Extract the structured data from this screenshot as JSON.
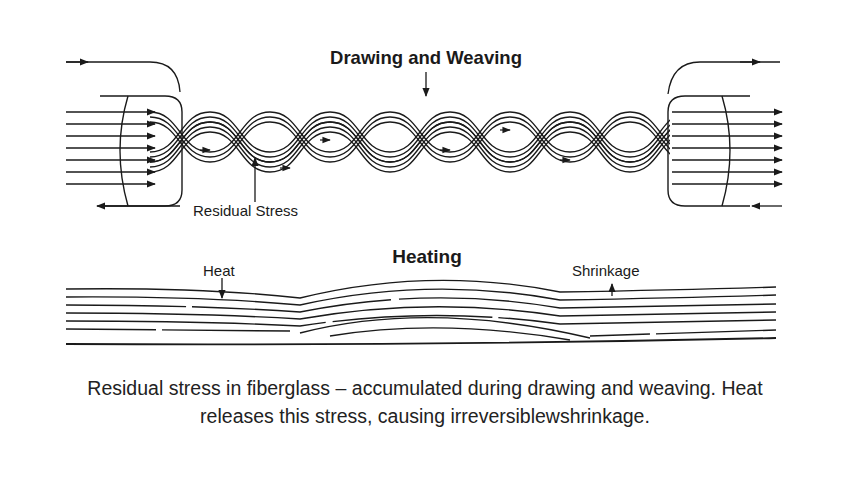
{
  "diagram": {
    "title": "Drawing and Weaving",
    "caption": "Residual stress in fiberglass – accumulated during drawing and weaving. Heat releases this stress, causing irreversiblewshrinkage.",
    "labels": [
      "Residual Stress",
      "Heating",
      "Heat",
      "Shrinkage"
    ]
  }
}
